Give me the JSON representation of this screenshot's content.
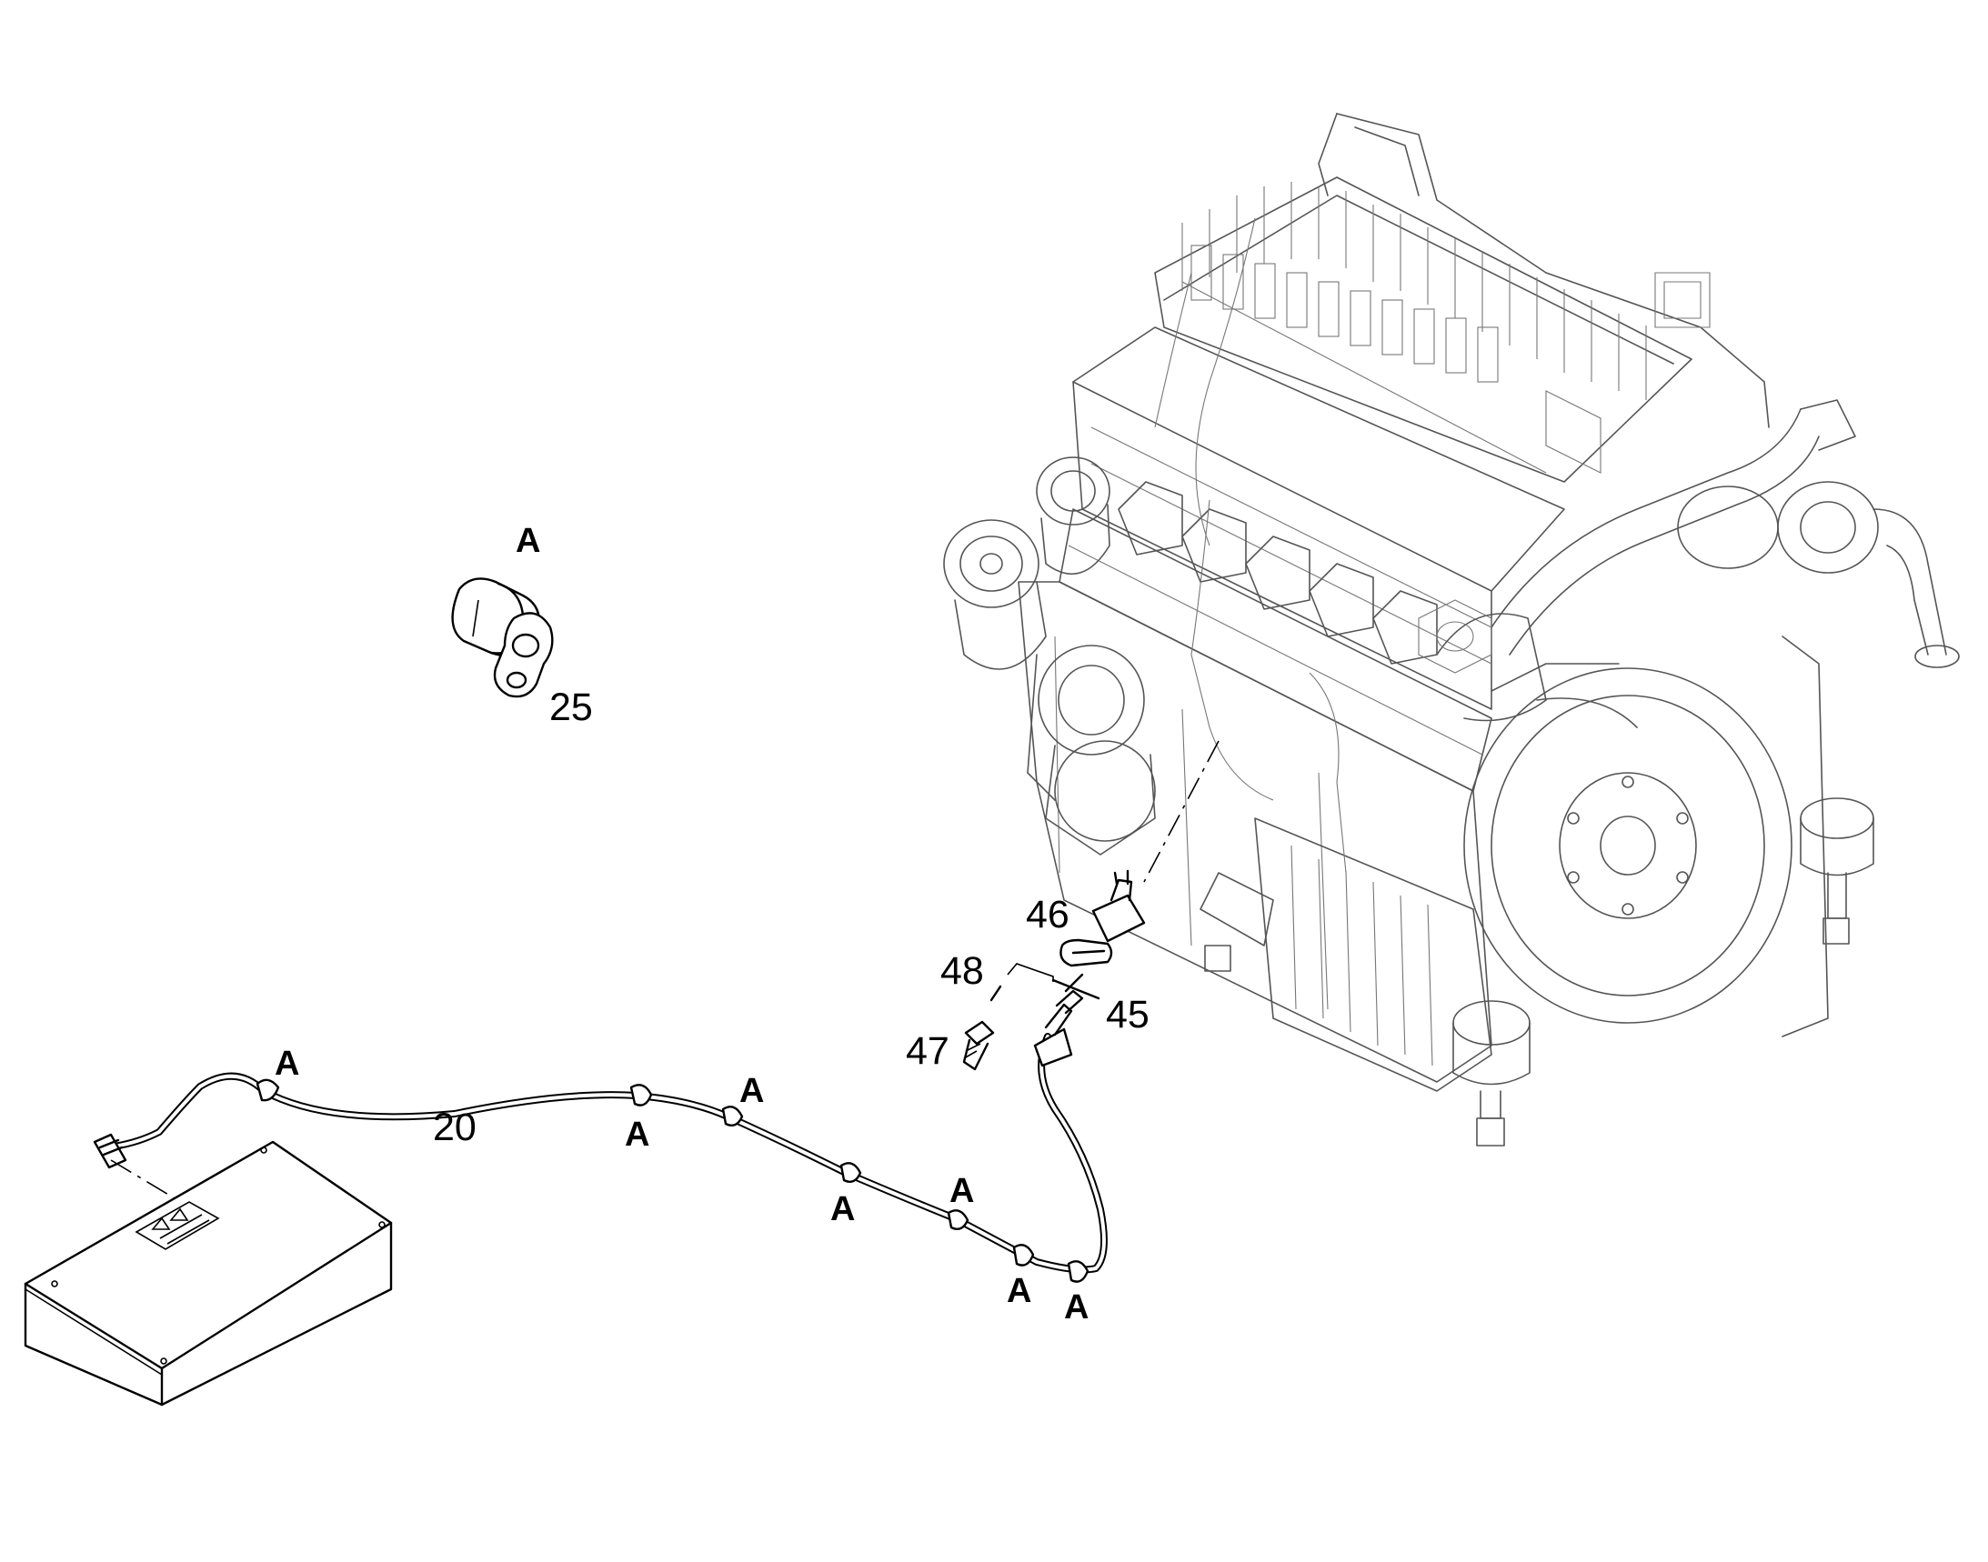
{
  "callouts": {
    "detail_label": "A",
    "clip_part": "25",
    "hose_part": "20",
    "fitting_part": "46",
    "ring_part": "48",
    "screw_part": "47",
    "seal_part": "45",
    "clamp_labels": [
      "A",
      "A",
      "A",
      "A",
      "A",
      "A",
      "A"
    ]
  }
}
